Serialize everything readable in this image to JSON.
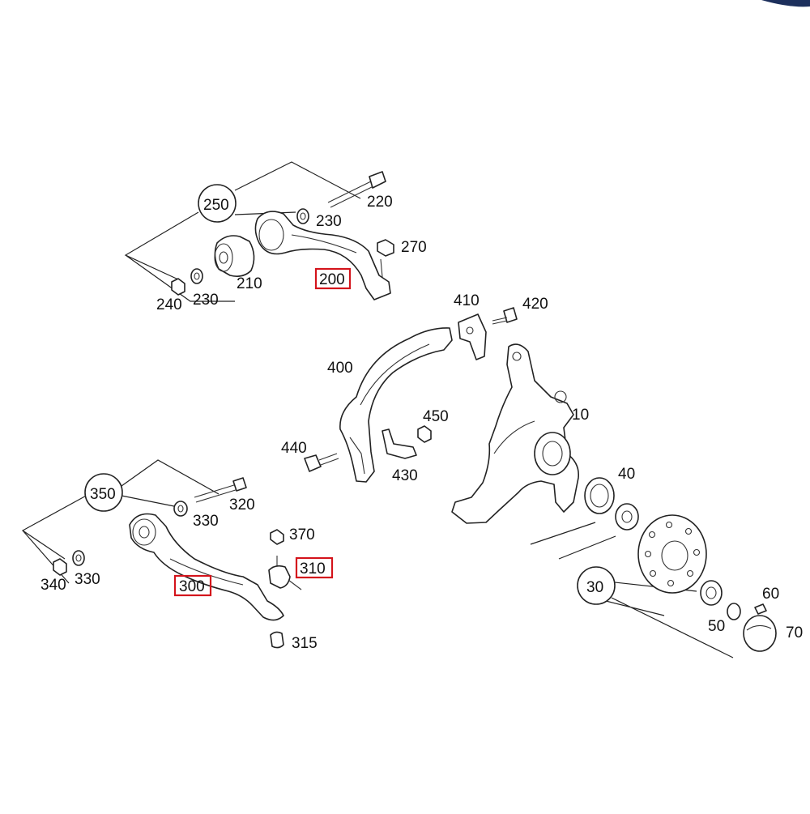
{
  "labels": {
    "l10": "10",
    "l30": "30",
    "l40": "40",
    "l50": "50",
    "l60": "60",
    "l70": "70",
    "l200": "200",
    "l210": "210",
    "l220": "220",
    "l230a": "230",
    "l230b": "230",
    "l240": "240",
    "l250": "250",
    "l270": "270",
    "l300": "300",
    "l310": "310",
    "l315": "315",
    "l320": "320",
    "l330a": "330",
    "l330b": "330",
    "l340": "340",
    "l350": "350",
    "l370": "370",
    "l400": "400",
    "l410": "410",
    "l420": "420",
    "l430": "430",
    "l440": "440",
    "l450": "450"
  },
  "highlighted_parts": [
    "200",
    "300",
    "310"
  ],
  "colors": {
    "highlight": "#d4141c",
    "line": "#222222",
    "background": "#ffffff",
    "corner_accent": "#1c2f5c"
  }
}
